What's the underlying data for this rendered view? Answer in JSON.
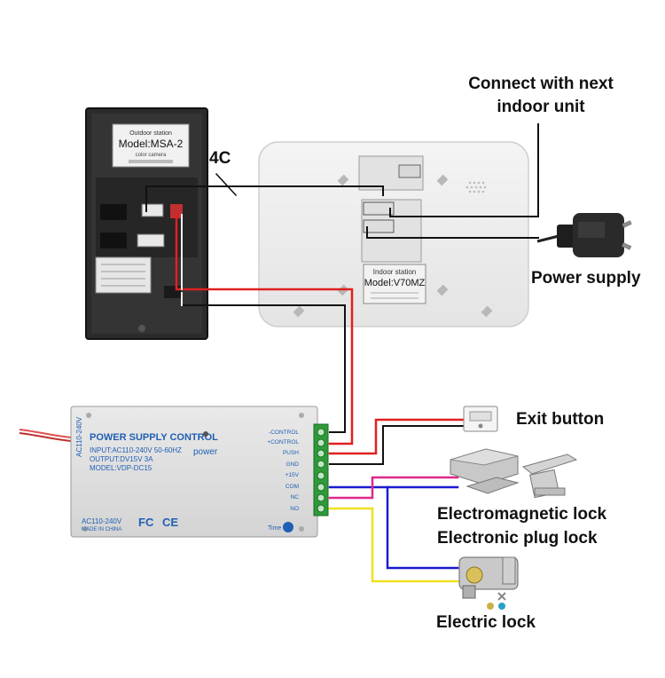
{
  "labels": {
    "connect_line1": "Connect with next",
    "connect_line2": "indoor unit",
    "power_supply": "Power supply",
    "four_c": "4C",
    "exit_button": "Exit button",
    "em_lock": "Electromagnetic lock",
    "plug_lock": "Electronic plug lock",
    "electric_lock": "Electric lock"
  },
  "outdoor_station": {
    "header": "Outdoor station",
    "model": "Model:MSA-2",
    "sub": "color camera"
  },
  "indoor_station": {
    "header": "Indoor station",
    "model": "Model:V70MZ"
  },
  "psu": {
    "side_text": "AC110-240V",
    "title": "POWER SUPPLY CONTROL",
    "power_word": "power",
    "input": "INPUT:AC110-240V 50-60HZ",
    "output": "OUTPUT:DV15V 3A",
    "model": "MODEL:VDP-DC15",
    "bottom_ac": "AC110-240V",
    "made_in": "MADE IN CHINA",
    "fc": "FC",
    "ce": "CE",
    "time": "Time",
    "terminals": [
      "-CONTROL",
      "+CONTROL",
      "PUSH",
      "GND",
      "+15V",
      "COM",
      "NC",
      "NO"
    ]
  },
  "colors": {
    "red_wire": "#e02020",
    "black_wire": "#111111",
    "blue_wire": "#1a1ad0",
    "magenta_wire": "#e0288c",
    "yellow_wire": "#f0e020",
    "white_wire": "#f2f2f2",
    "psu_blue": "#1f5fb4"
  }
}
